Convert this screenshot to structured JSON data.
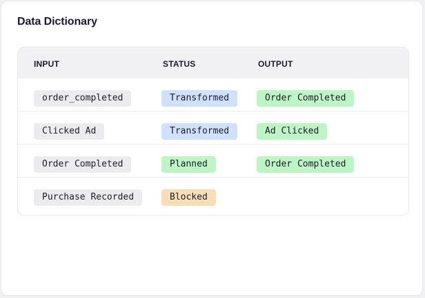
{
  "title": "Data Dictionary",
  "table": {
    "columns": [
      "INPUT",
      "STATUS",
      "OUTPUT"
    ],
    "rows": [
      {
        "input": "order_completed",
        "status": "Transformed",
        "status_color": "#cfe1fe",
        "output": "Order Completed"
      },
      {
        "input": "Clicked Ad",
        "status": "Transformed",
        "status_color": "#cfe1fe",
        "output": "Ad Clicked"
      },
      {
        "input": "Order Completed",
        "status": "Planned",
        "status_color": "#bdf5c6",
        "output": "Order Completed"
      },
      {
        "input": "Purchase Recorded",
        "status": "Blocked",
        "status_color": "#f7deb8",
        "output": null
      }
    ]
  },
  "colors": {
    "title": "#1e1633",
    "header_bg": "#f1f1f4",
    "input_pill": "#ececf0",
    "output_pill": "#bdf5c6",
    "transformed": "#cfe1fe",
    "planned": "#bdf5c6",
    "blocked": "#f7deb8"
  }
}
